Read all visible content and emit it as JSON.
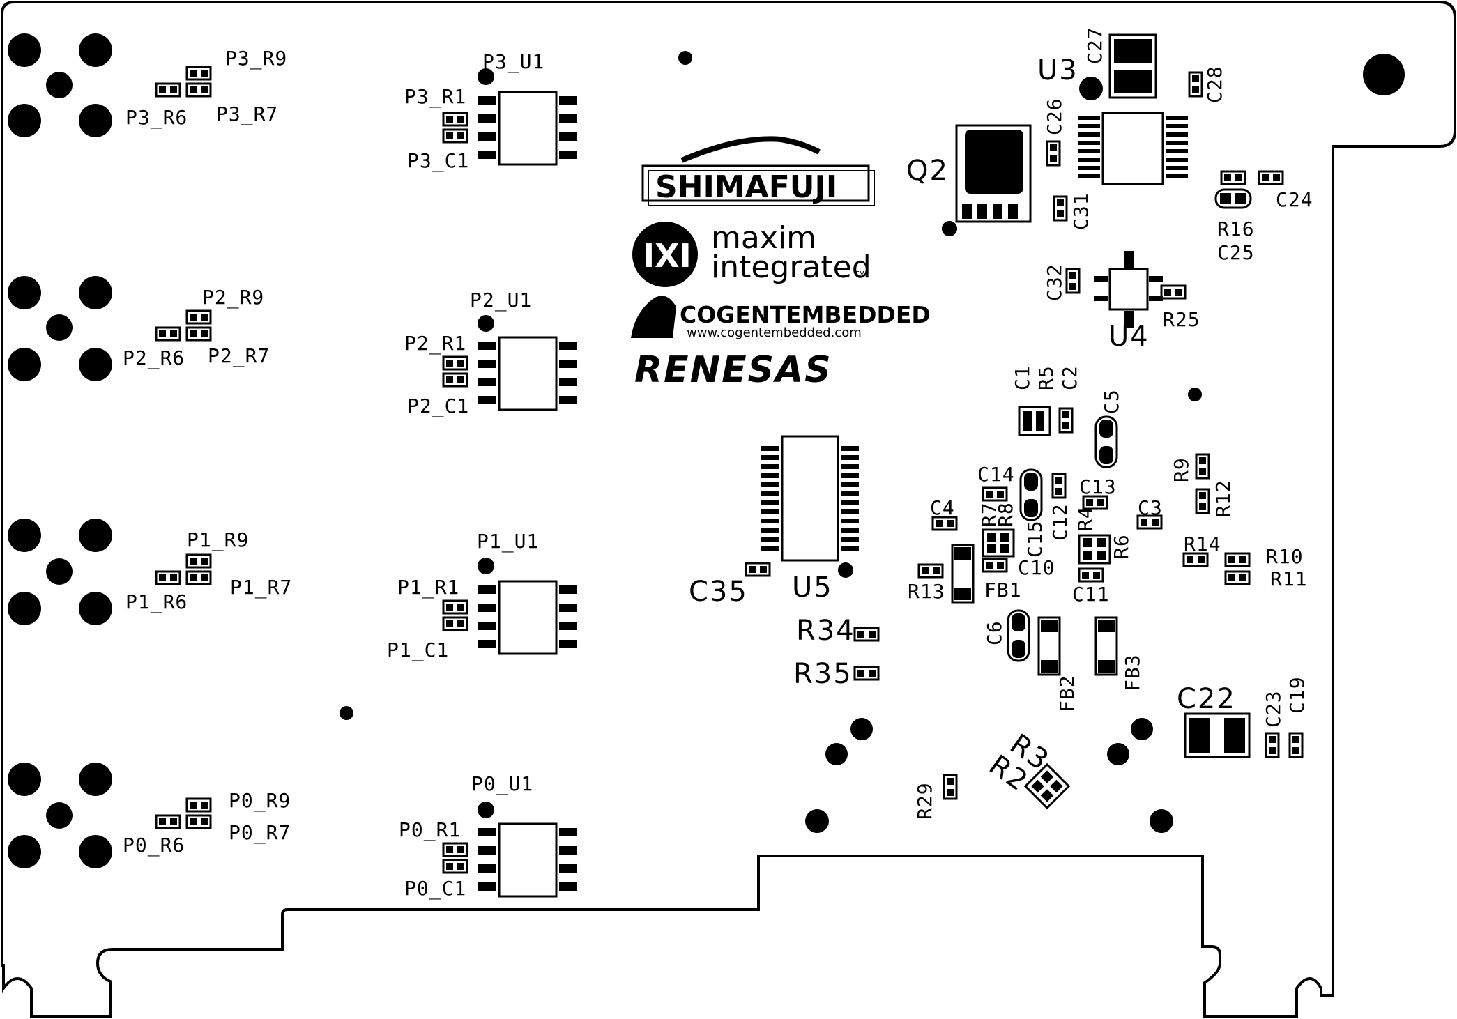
{
  "logos": {
    "shimafuji": "SHIMAFUJI",
    "maxim_line1": "maxim",
    "maxim_line2": "integrated",
    "maxim_tm": "TM",
    "cogent": "COGENTEMBEDDED",
    "cogent_url": "www.cogentembedded.com",
    "renesas": "RENESAS"
  },
  "port_labels": {
    "p3_r9": "P3_R9",
    "p3_r6": "P3_R6",
    "p3_r7": "P3_R7",
    "p3_u1": "P3_U1",
    "p3_r1": "P3_R1",
    "p3_c1": "P3_C1",
    "p2_r9": "P2_R9",
    "p2_r6": "P2_R6",
    "p2_r7": "P2_R7",
    "p2_u1": "P2_U1",
    "p2_r1": "P2_R1",
    "p2_c1": "P2_C1",
    "p1_r9": "P1_R9",
    "p1_r6": "P1_R6",
    "p1_r7": "P1_R7",
    "p1_u1": "P1_U1",
    "p1_r1": "P1_R1",
    "p1_c1": "P1_C1",
    "p0_r9": "P0_R9",
    "p0_r6": "P0_R6",
    "p0_r7": "P0_R7",
    "p0_u1": "P0_U1",
    "p0_r1": "P0_R1",
    "p0_c1": "P0_C1"
  },
  "designators": {
    "u3": "U3",
    "c27": "C27",
    "c28": "C28",
    "c26": "C26",
    "q2": "Q2",
    "c31": "C31",
    "r16": "R16",
    "c24": "C24",
    "c25": "C25",
    "c32": "C32",
    "u4": "U4",
    "r25": "R25",
    "c1": "C1",
    "r5": "R5",
    "c2": "C2",
    "c5": "C5",
    "r9": "R9",
    "r12": "R12",
    "c14": "C14",
    "c13": "C13",
    "c4": "C4",
    "r7": "R7",
    "r8": "R8",
    "c15": "C15",
    "c12": "C12",
    "r4": "R4",
    "r6": "R6",
    "c3": "C3",
    "r14": "R14",
    "r10": "R10",
    "r11": "R11",
    "c10": "C10",
    "r13": "R13",
    "fb1": "FB1",
    "c11": "C11",
    "c35": "C35",
    "u5": "U5",
    "r34": "R34",
    "r35": "R35",
    "c6": "C6",
    "fb2": "FB2",
    "fb3": "FB3",
    "c22": "C22",
    "c23": "C23",
    "c19": "C19",
    "r3": "R3",
    "r2": "R2",
    "r29": "R29"
  }
}
